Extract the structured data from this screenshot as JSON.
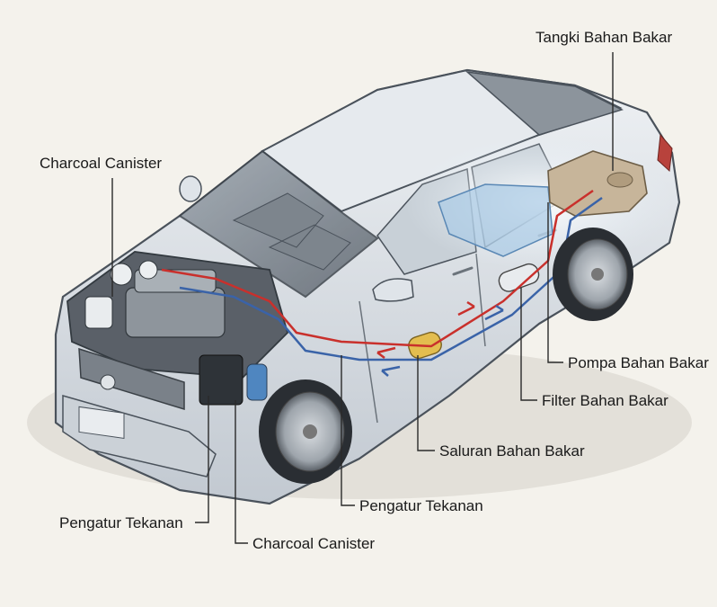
{
  "labels": {
    "fuel_tank": "Tangki Bahan Bakar",
    "charcoal_canister_top": "Charcoal Canister",
    "fuel_pump": "Pompa Bahan Bakar",
    "fuel_filter": "Filter Bahan Bakar",
    "fuel_line": "Saluran Bahan Bakar",
    "pressure_regulator_right": "Pengatur Tekanan",
    "pressure_regulator_left": "Pengatur Tekanan",
    "charcoal_canister_bottom": "Charcoal Canister"
  },
  "colors": {
    "background": "#f4f2ec",
    "car_body": "#d5dbe2",
    "car_outline": "#4a525b",
    "supply_line": "#c9302c",
    "return_line": "#3a63a8",
    "fuel_tank": "#c7b59a",
    "tank_glow": "#e8f2fa"
  }
}
